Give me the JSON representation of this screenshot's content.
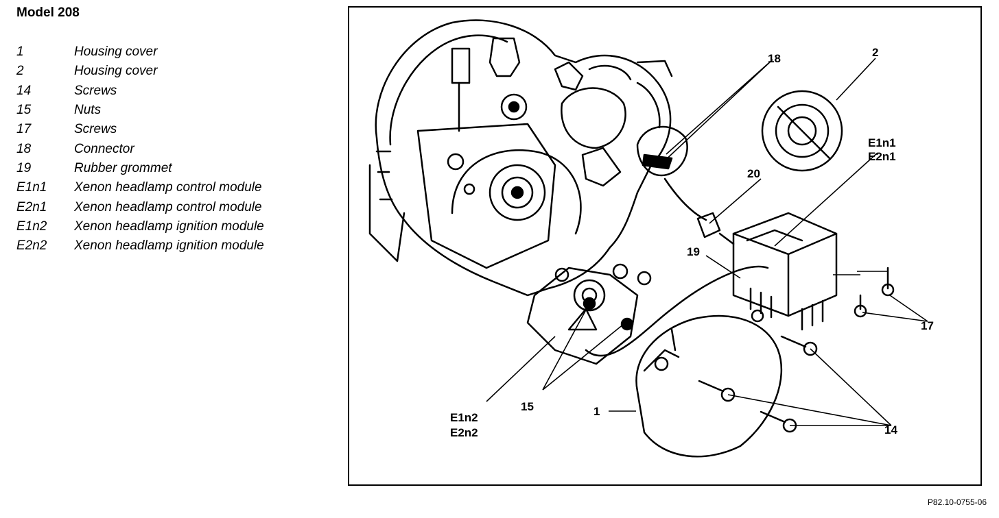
{
  "title": "Model 208",
  "legend": [
    {
      "code": "1",
      "label": "Housing cover"
    },
    {
      "code": "2",
      "label": "Housing cover"
    },
    {
      "code": "14",
      "label": "Screws"
    },
    {
      "code": "15",
      "label": "Nuts"
    },
    {
      "code": "17",
      "label": "Screws"
    },
    {
      "code": "18",
      "label": "Connector"
    },
    {
      "code": "19",
      "label": "Rubber grommet"
    },
    {
      "code": "E1n1",
      "label": "Xenon headlamp control module"
    },
    {
      "code": "E2n1",
      "label": "Xenon headlamp control module"
    },
    {
      "code": "E1n2",
      "label": "Xenon headlamp ignition module"
    },
    {
      "code": "E2n2",
      "label": "Xenon headlamp ignition module"
    }
  ],
  "callouts": {
    "c18": "18",
    "c2": "2",
    "c_e1n1": "E1n1",
    "c_e2n1": "E2n1",
    "c20": "20",
    "c19": "19",
    "c17": "17",
    "c15": "15",
    "c1": "1",
    "c14": "14",
    "c_e1n2": "E1n2",
    "c_e2n2": "E2n2"
  },
  "reference_code": "P82.10-0755-06"
}
